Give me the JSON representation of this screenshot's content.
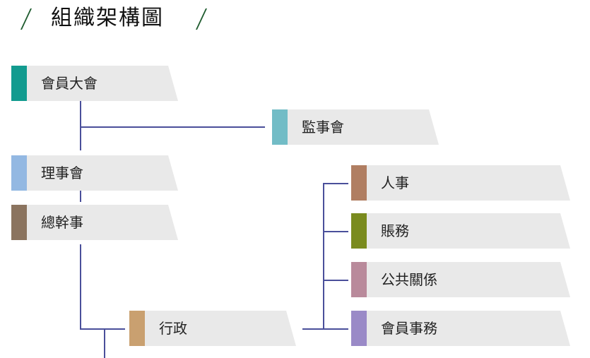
{
  "header": {
    "title": "組織架構圖",
    "slash_left": "/",
    "slash_right": "/"
  },
  "nodes": {
    "general_assembly": {
      "label": "會員大會",
      "color": "#129b8f"
    },
    "supervisors": {
      "label": "監事會",
      "color": "#72bcc6"
    },
    "board": {
      "label": "理事會",
      "color": "#93b8e2"
    },
    "secretary_general": {
      "label": "總幹事",
      "color": "#8b745f"
    },
    "administration": {
      "label": "行政",
      "color": "#c9a070"
    },
    "hr": {
      "label": "人事",
      "color": "#b07e62"
    },
    "accounting": {
      "label": "賬務",
      "color": "#7a8b1e"
    },
    "public_relations": {
      "label": "公共關係",
      "color": "#b98a9b"
    },
    "member_affairs": {
      "label": "會員事務",
      "color": "#9a8ac7"
    }
  },
  "colors": {
    "connector": "#4a4f9a",
    "node_background": "#e9e9e9"
  }
}
